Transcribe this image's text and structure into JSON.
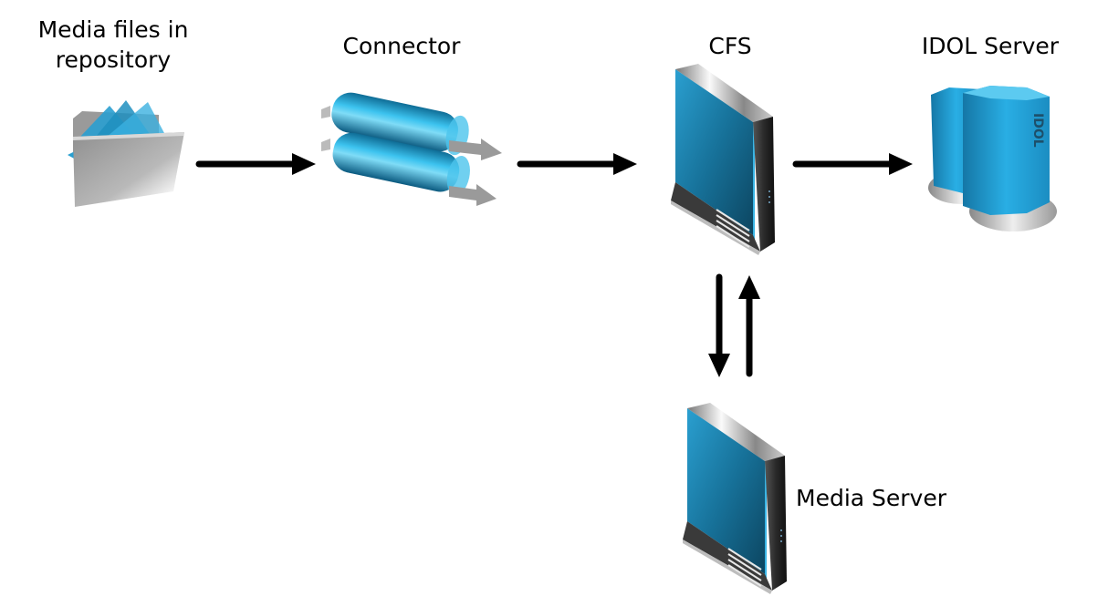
{
  "diagram": {
    "nodes": [
      {
        "id": "repository",
        "label_line1": "Media files in",
        "label_line2": "repository",
        "icon": "folder-icon"
      },
      {
        "id": "connector",
        "label": "Connector",
        "icon": "connector-cylinders-icon"
      },
      {
        "id": "cfs",
        "label": "CFS",
        "icon": "server-tower-icon"
      },
      {
        "id": "idol",
        "label": "IDOL Server",
        "icon": "idol-server-icon",
        "icon_text": "IDOL"
      },
      {
        "id": "media_server",
        "label": "Media Server",
        "icon": "server-tower-icon"
      }
    ],
    "edges": [
      {
        "from": "repository",
        "to": "connector",
        "direction": "right"
      },
      {
        "from": "connector",
        "to": "cfs",
        "direction": "right"
      },
      {
        "from": "cfs",
        "to": "idol",
        "direction": "right"
      },
      {
        "from": "cfs",
        "to": "media_server",
        "direction": "down"
      },
      {
        "from": "media_server",
        "to": "cfs",
        "direction": "up"
      }
    ],
    "colors": {
      "accent_blue": "#1e8fc0",
      "bright_blue": "#2aa9dd",
      "metal_gray": "#a8a8a8",
      "dark_body": "#2b2b2b",
      "arrow": "#000000"
    }
  }
}
